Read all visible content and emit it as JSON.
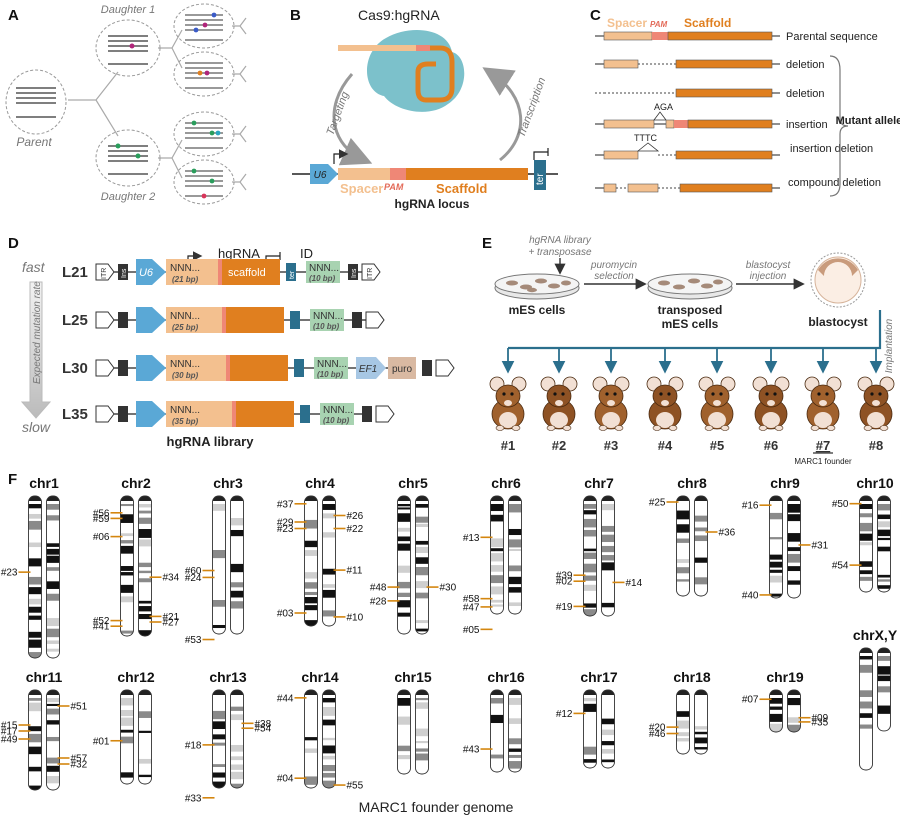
{
  "panelA": {
    "letter": "A",
    "parent": "Parent",
    "daughter1": "Daughter 1",
    "daughter2": "Daughter 2"
  },
  "panelB": {
    "letter": "B",
    "complex": "Cas9:hgRNA",
    "targeting": "Targeting",
    "transcription": "Transcription",
    "u6": "U6",
    "ter": "ter",
    "spacer": "Spacer",
    "pam": "PAM",
    "scaffold": "Scaffold",
    "locus": "hgRNA locus"
  },
  "panelC": {
    "letter": "C",
    "spacer": "Spacer",
    "pam": "PAM",
    "scaffold": "Scaffold",
    "rows": [
      {
        "label": "Parental sequence"
      },
      {
        "label": "deletion"
      },
      {
        "label": "deletion"
      },
      {
        "label": "insertion",
        "insert": "AGA"
      },
      {
        "label": "insertion deletion",
        "insert": "TTTC"
      },
      {
        "label": "compound deletion"
      }
    ],
    "brace": "Mutant alleles"
  },
  "panelD": {
    "letter": "D",
    "fast": "fast",
    "slow": "slow",
    "rate": "Expected mutation rate",
    "hgrna": "hgRNA",
    "id": "ID",
    "itr": "ITR",
    "ins": "Ins",
    "u6": "U6",
    "scaffold": "scaffold",
    "ter": "ter",
    "ef1": "EF1",
    "puro": "puro",
    "nnn": "NNN...",
    "id_bp": "(10 bp)",
    "library": "hgRNA library",
    "rows": [
      {
        "name": "L21",
        "bp": "(21 bp)"
      },
      {
        "name": "L25",
        "bp": "(25 bp)"
      },
      {
        "name": "L30",
        "bp": "(30 bp)"
      },
      {
        "name": "L35",
        "bp": "(35 bp)"
      }
    ]
  },
  "panelE": {
    "letter": "E",
    "lib1": "hgRNA library",
    "lib2": "+ transposase",
    "puro1": "puromycin",
    "puro2": "selection",
    "inj1": "blastocyst",
    "inj2": "injection",
    "mes": "mES cells",
    "trans1": "transposed",
    "trans2": "mES cells",
    "blast": "blastocyst",
    "implant": "Implantation",
    "mice": [
      "#1",
      "#2",
      "#3",
      "#4",
      "#5",
      "#6",
      "#7",
      "#8"
    ],
    "founder": "MARC1 founder"
  },
  "panelF": {
    "letter": "F",
    "caption": "MARC1 founder genome",
    "chromosomes": [
      {
        "name": "chr1",
        "sites": [
          {
            "id": "#23",
            "pos": 0.47,
            "side": "L"
          }
        ]
      },
      {
        "name": "chr2",
        "sites": [
          {
            "id": "#56",
            "pos": 0.12,
            "side": "L"
          },
          {
            "id": "#59",
            "pos": 0.16,
            "side": "L"
          },
          {
            "id": "#06",
            "pos": 0.29,
            "side": "L"
          },
          {
            "id": "#34",
            "pos": 0.58,
            "side": "R"
          },
          {
            "id": "#21",
            "pos": 0.86,
            "side": "R"
          },
          {
            "id": "#27",
            "pos": 0.9,
            "side": "R"
          },
          {
            "id": "#52",
            "pos": 0.89,
            "side": "L"
          },
          {
            "id": "#41",
            "pos": 0.93,
            "side": "L"
          }
        ]
      },
      {
        "name": "chr3",
        "sites": [
          {
            "id": "#60",
            "pos": 0.54,
            "side": "L"
          },
          {
            "id": "#24",
            "pos": 0.59,
            "side": "L"
          },
          {
            "id": "#53",
            "pos": 1.04,
            "side": "L"
          }
        ]
      },
      {
        "name": "chr4",
        "sites": [
          {
            "id": "#37",
            "pos": 0.06,
            "side": "L"
          },
          {
            "id": "#26",
            "pos": 0.15,
            "side": "R"
          },
          {
            "id": "#29",
            "pos": 0.2,
            "side": "L"
          },
          {
            "id": "#23",
            "pos": 0.25,
            "side": "L"
          },
          {
            "id": "#22",
            "pos": 0.25,
            "side": "R"
          },
          {
            "id": "#11",
            "pos": 0.57,
            "side": "R"
          },
          {
            "id": "#03",
            "pos": 0.9,
            "side": "L"
          },
          {
            "id": "#10",
            "pos": 0.93,
            "side": "R"
          }
        ]
      },
      {
        "name": "chr5",
        "sites": [
          {
            "id": "#48",
            "pos": 0.66,
            "side": "L"
          },
          {
            "id": "#30",
            "pos": 0.66,
            "side": "R"
          },
          {
            "id": "#28",
            "pos": 0.76,
            "side": "L"
          }
        ]
      },
      {
        "name": "chr6",
        "sites": [
          {
            "id": "#13",
            "pos": 0.35,
            "side": "L"
          },
          {
            "id": "#58",
            "pos": 0.87,
            "side": "L"
          },
          {
            "id": "#47",
            "pos": 0.94,
            "side": "L"
          },
          {
            "id": "#05",
            "pos": 1.13,
            "side": "L"
          }
        ]
      },
      {
        "name": "chr7",
        "sites": [
          {
            "id": "#39",
            "pos": 0.66,
            "side": "L"
          },
          {
            "id": "#02",
            "pos": 0.71,
            "side": "L"
          },
          {
            "id": "#14",
            "pos": 0.72,
            "side": "R"
          },
          {
            "id": "#19",
            "pos": 0.92,
            "side": "L"
          }
        ]
      },
      {
        "name": "chr8",
        "sites": [
          {
            "id": "#25",
            "pos": 0.06,
            "side": "L"
          },
          {
            "id": "#36",
            "pos": 0.36,
            "side": "R"
          }
        ]
      },
      {
        "name": "chr9",
        "sites": [
          {
            "id": "#16",
            "pos": 0.09,
            "side": "L"
          },
          {
            "id": "#31",
            "pos": 0.48,
            "side": "R"
          },
          {
            "id": "#40",
            "pos": 0.97,
            "side": "L"
          }
        ]
      },
      {
        "name": "chr10",
        "sites": [
          {
            "id": "#50",
            "pos": 0.08,
            "side": "L"
          },
          {
            "id": "#54",
            "pos": 0.72,
            "side": "L"
          }
        ]
      },
      {
        "name": "chr11",
        "sites": [
          {
            "id": "#51",
            "pos": 0.16,
            "side": "R"
          },
          {
            "id": "#15",
            "pos": 0.35,
            "side": "L"
          },
          {
            "id": "#17",
            "pos": 0.41,
            "side": "L"
          },
          {
            "id": "#49",
            "pos": 0.49,
            "side": "L"
          },
          {
            "id": "#57",
            "pos": 0.68,
            "side": "R"
          },
          {
            "id": "#32",
            "pos": 0.74,
            "side": "R"
          }
        ]
      },
      {
        "name": "chr12",
        "sites": [
          {
            "id": "#01",
            "pos": 0.54,
            "side": "L"
          }
        ]
      },
      {
        "name": "chr13",
        "sites": [
          {
            "id": "#38",
            "pos": 0.34,
            "side": "R"
          },
          {
            "id": "#54",
            "pos": 0.39,
            "side": "R"
          },
          {
            "id": "#18",
            "pos": 0.56,
            "side": "L"
          },
          {
            "id": "#33",
            "pos": 1.1,
            "side": "L"
          }
        ]
      },
      {
        "name": "chr14",
        "sites": [
          {
            "id": "#44",
            "pos": 0.08,
            "side": "L"
          },
          {
            "id": "#04",
            "pos": 0.9,
            "side": "L"
          },
          {
            "id": "#55",
            "pos": 0.97,
            "side": "R"
          }
        ]
      },
      {
        "name": "chr15",
        "sites": []
      },
      {
        "name": "chr16",
        "sites": [
          {
            "id": "#43",
            "pos": 0.72,
            "side": "L"
          }
        ]
      },
      {
        "name": "chr17",
        "sites": [
          {
            "id": "#12",
            "pos": 0.3,
            "side": "L"
          }
        ]
      },
      {
        "name": "chr18",
        "sites": [
          {
            "id": "#20",
            "pos": 0.58,
            "side": "L"
          },
          {
            "id": "#46",
            "pos": 0.68,
            "side": "L"
          }
        ]
      },
      {
        "name": "chr19",
        "sites": [
          {
            "id": "#07",
            "pos": 0.22,
            "side": "L"
          },
          {
            "id": "#09",
            "pos": 0.66,
            "side": "R"
          },
          {
            "id": "#35",
            "pos": 0.76,
            "side": "R"
          }
        ]
      },
      {
        "name": "chrX,Y",
        "sites": []
      }
    ]
  },
  "colors": {
    "spacer": "#f3c08f",
    "scaffold": "#e07f1f",
    "pam": "#ef8776",
    "u6": "#5aa8d6",
    "ter": "#2b6f8d",
    "id": "#a8d3b1",
    "cas9": "#7cc1cb",
    "site": "#d4860f"
  }
}
